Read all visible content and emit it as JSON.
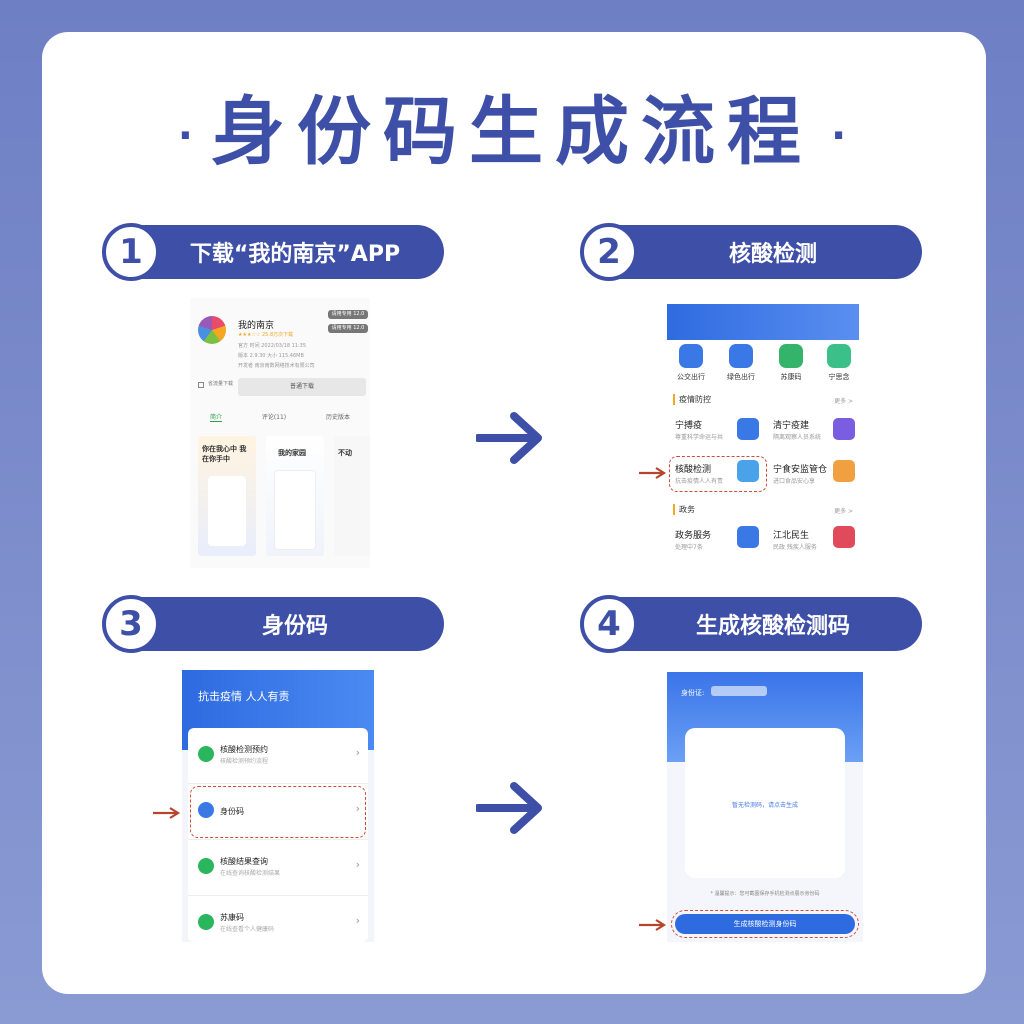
{
  "title": "身份码生成流程",
  "title_dot": "·",
  "steps": [
    {
      "num": "1",
      "label": "下载“我的南京”APP"
    },
    {
      "num": "2",
      "label": "核酸检测"
    },
    {
      "num": "3",
      "label": "身份码"
    },
    {
      "num": "4",
      "label": "生成核酸检测码"
    }
  ],
  "screen1": {
    "app_name": "我的南京",
    "rating": "★★★☆☆ 25.8万次下载",
    "meta1": "官方  时间 2022/03/18 11:35",
    "meta2": "版本 2.9.30  大小 115.46MB",
    "meta3": "开发者 南京南数网络技术有限公司",
    "tag1": "请用专用 12.0",
    "tag2": "请用专用 12.0",
    "checkbox_label": "省流量下载",
    "download_button": "普通下载",
    "tabs": [
      "简介",
      "评论(11)",
      "历史版本"
    ],
    "shot1": "你在我心中 我在你手中",
    "shot2": "我的家园",
    "shot3": "不动"
  },
  "screen2": {
    "icons": [
      "公交出行",
      "绿色出行",
      "苏康码",
      "宁思念"
    ],
    "section1": "疫情防控",
    "section2": "政务",
    "more": "更多 >",
    "cells": [
      {
        "title": "宁搏疫",
        "sub": "尊重科学命运与共"
      },
      {
        "title": "清宁疫建",
        "sub": "隔离观察人员系统"
      },
      {
        "title": "核酸检测",
        "sub": "抗击疫情人人有责"
      },
      {
        "title": "宁食安监管仓",
        "sub": "进口食品安心享"
      },
      {
        "title": "政务服务",
        "sub": "处理中7条"
      },
      {
        "title": "江北民生",
        "sub": "民政 残疾人服务"
      }
    ]
  },
  "screen3": {
    "banner": "抗击疫情 人人有责",
    "rows": [
      {
        "title": "核酸检测预约",
        "sub": "核酸检测预约流程"
      },
      {
        "title": "身份码",
        "sub": ""
      },
      {
        "title": "核酸结果查询",
        "sub": "在线查询核酸检测结果"
      },
      {
        "title": "苏康码",
        "sub": "在线查看个人健康码"
      }
    ],
    "chevron": "›"
  },
  "screen4": {
    "id_label": "身份证:",
    "empty_text": "暂无检测码，请点击生成",
    "hint": "* 温馨提示：您可截图保存手机检测点展示身份码",
    "button": "生成核酸检测身份码"
  },
  "colors": {
    "primary": "#3e4fa8",
    "accent_red": "#d04a3a",
    "arrow": "#3e4fa8"
  }
}
